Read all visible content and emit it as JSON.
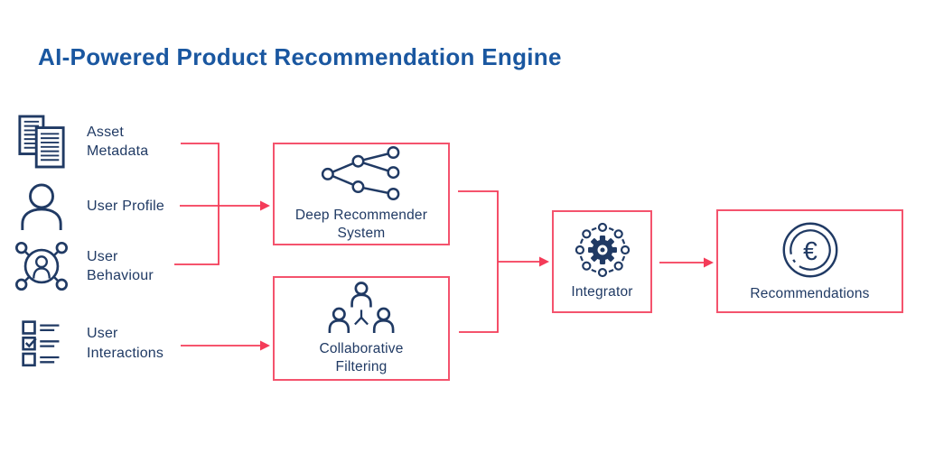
{
  "title": "AI-Powered Product Recommendation Engine",
  "colors": {
    "title_blue": "#1a57a0",
    "navy": "#203a64",
    "arrow_red": "#f43b58",
    "box_border_red": "#f4536d",
    "background": "#ffffff"
  },
  "inputs": [
    {
      "label": "Asset Metadata",
      "icon": "documents-icon"
    },
    {
      "label": "User Profile",
      "icon": "user-icon"
    },
    {
      "label": "User Behaviour",
      "icon": "user-network-icon"
    },
    {
      "label": "User Interactions",
      "icon": "checklist-icon"
    }
  ],
  "nodes": [
    {
      "label": "Deep Recommender System",
      "icon": "neural-network-icon"
    },
    {
      "label": "Collaborative Filtering",
      "icon": "people-group-icon"
    },
    {
      "label": "Integrator",
      "icon": "gear-network-icon"
    },
    {
      "label": "Recommendations",
      "icon": "euro-coin-icon"
    }
  ]
}
